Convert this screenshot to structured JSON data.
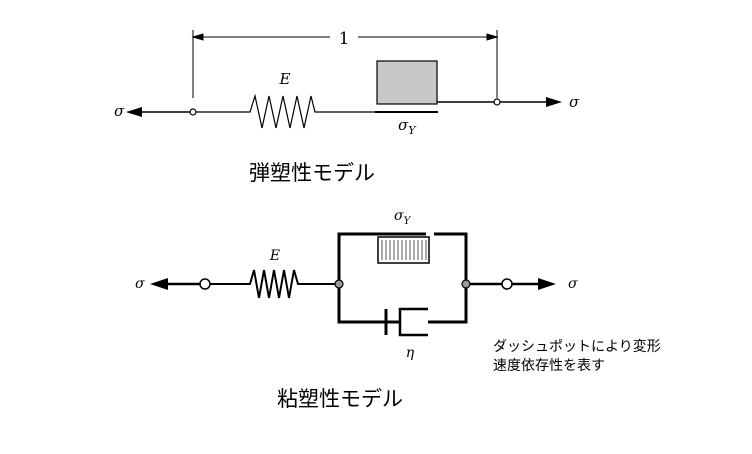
{
  "elastoplastic": {
    "label_sigma_left": "σ",
    "label_sigma_right": "σ",
    "label_E": "E",
    "label_sigma_Y_base": "σ",
    "label_sigma_Y_sub": "Y",
    "label_length": "1",
    "caption": "弾塑性モデル",
    "friction_block_color": "#c8c8c8"
  },
  "viscoplastic": {
    "label_sigma_left": "σ",
    "label_sigma_right": "σ",
    "label_E": "E",
    "label_sigma_Y_base": "σ",
    "label_sigma_Y_sub": "Y",
    "label_eta": "η",
    "caption": "粘塑性モデル",
    "note_line1": "ダッシュポットにより変形",
    "note_line2": "速度依存性を表す"
  }
}
